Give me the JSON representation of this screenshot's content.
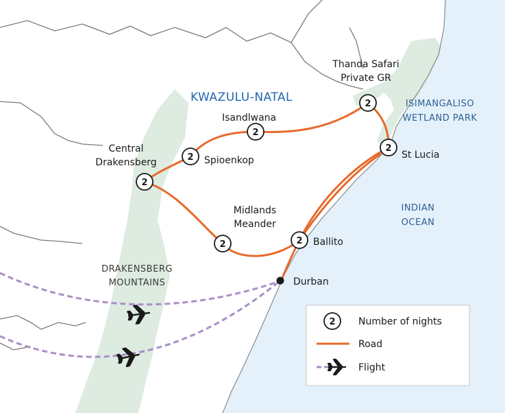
{
  "labels": {
    "region": "KWAZULU-NATAL",
    "ocean_line1": "INDIAN",
    "ocean_line2": "OCEAN",
    "wetland_line1": "ISIMANGALISO",
    "wetland_line2": "WETLAND PARK",
    "mountains_line1": "DRAKENSBERG",
    "mountains_line2": "MOUNTAINS"
  },
  "places": {
    "thanda_line1": "Thanda Safari",
    "thanda_line2": "Private GR",
    "isandlwana": "Isandlwana",
    "spioenkop": "Spioenkop",
    "central_line1": "Central",
    "central_line2": "Drakensberg",
    "st_lucia": "St Lucia",
    "midlands_line1": "Midlands",
    "midlands_line2": "Meander",
    "ballito": "Ballito",
    "durban": "Durban"
  },
  "nights": {
    "thanda": "2",
    "isandlwana": "2",
    "spioenkop": "2",
    "central_drakensberg": "2",
    "st_lucia": "2",
    "midlands": "2",
    "ballito": "2",
    "legend_marker": "2"
  },
  "legend": {
    "nights_label": "Number of nights",
    "road_label": "Road",
    "flight_label": "Flight"
  },
  "colors": {
    "sea": "#e4f1fb",
    "land": "#ffffff",
    "park": "#ddebe1",
    "border": "#7a7a7a",
    "road": "#e8692a",
    "flight": "#a98fc4",
    "region_text": "#1f66b0"
  },
  "icons": {
    "plane": "plane-icon",
    "city": "city-dot-icon"
  }
}
